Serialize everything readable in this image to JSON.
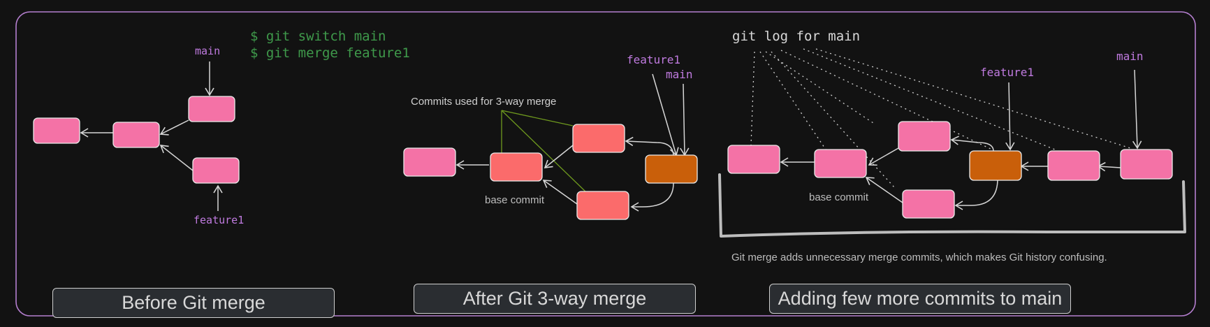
{
  "panel1": {
    "cmd_line1": "$ git switch main",
    "cmd_line2": "$ git merge feature1",
    "label_main": "main",
    "label_feature": "feature1",
    "caption": "Before Git merge"
  },
  "panel2": {
    "note": "Commits used for 3-way merge",
    "label_feature": "feature1",
    "label_main": "main",
    "base_label": "base commit",
    "caption": "After Git 3-way merge"
  },
  "panel3": {
    "log_title": "git log for main",
    "label_feature": "feature1",
    "label_main": "main",
    "base_label": "base commit",
    "footnote": "Git merge adds unnecessary merge commits, which makes Git history confusing.",
    "caption": "Adding few more commits to main"
  },
  "colors": {
    "background": "#121212",
    "frame": "#b57fd0",
    "commit_pink": "#f472a6",
    "commit_salmon": "#fb6b6b",
    "commit_merge": "#c95f0a",
    "branch_label": "#c07be0",
    "command_text": "#3f9a4b",
    "highlight_line": "#6f9a1e"
  }
}
